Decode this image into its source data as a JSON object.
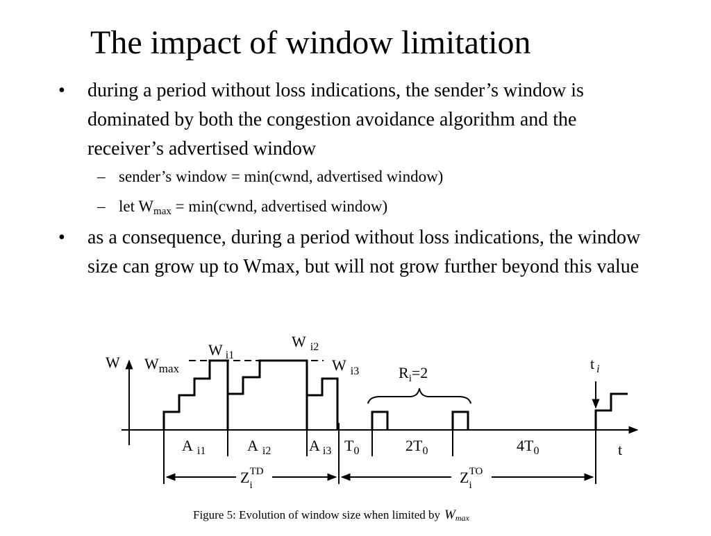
{
  "title": "The impact of window limitation",
  "bullets": [
    {
      "mark": "•",
      "text": "during a period without loss indications, the sender’s window is dominated by both the congestion avoidance algorithm and the receiver’s advertised window"
    },
    {
      "mark": "•",
      "text": "as a consequence, during a period without loss indications, the window size can grow up to Wmax, but will not grow further beyond this value"
    }
  ],
  "sub_bullets": [
    {
      "mark": "–",
      "text": "sender’s window = min(cwnd, advertised window)"
    },
    {
      "mark": "–",
      "prefix": "let W",
      "subscript": "max",
      "suffix": " = min(cwnd, advertised window)"
    }
  ],
  "figure": {
    "y_label": "W",
    "x_label": "t",
    "wmax_label": {
      "base": "W",
      "sub": "max"
    },
    "wi1": {
      "base": "W",
      "sub": "i1"
    },
    "wi2": {
      "base": "W",
      "sub": "i2"
    },
    "wi3": {
      "base": "W",
      "sub": "i3"
    },
    "ri_label": {
      "base": "R",
      "sub": "i",
      "suffix": "=2"
    },
    "ti_label": {
      "base": "t",
      "sub": "i"
    },
    "a_i1": {
      "base": "A",
      "sub": "i1"
    },
    "a_i2": {
      "base": "A",
      "sub": "i2"
    },
    "a_i3": {
      "base": "A",
      "sub": "i3"
    },
    "t0": {
      "base": "T",
      "sub": "0"
    },
    "two_t0": {
      "base": "2T",
      "sub": "0"
    },
    "four_t0": {
      "base": "4T",
      "sub": "0"
    },
    "z_td": {
      "base": "Z",
      "sub": "i",
      "sup": "TD"
    },
    "z_to": {
      "base": "Z",
      "sub": "i",
      "sup": "TO"
    },
    "caption": "Figure 5:  Evolution of window size when limited by",
    "caption_symbol": "W",
    "caption_symbol_sub": "max"
  }
}
